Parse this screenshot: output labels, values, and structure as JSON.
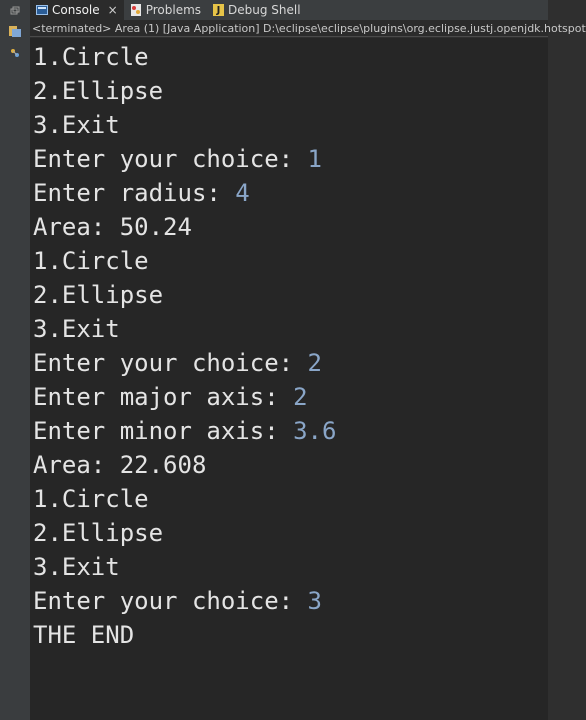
{
  "tabs": [
    {
      "label": "Console",
      "icon": "console-icon",
      "active": true,
      "closable": true
    },
    {
      "label": "Problems",
      "icon": "problems-icon",
      "active": false
    },
    {
      "label": "Debug Shell",
      "icon": "debug-shell-icon",
      "active": false
    }
  ],
  "tab_close_glyph": "×",
  "status_line": "<terminated> Area (1) [Java Application] D:\\eclipse\\eclipse\\plugins\\org.eclipse.justj.openjdk.hotspot",
  "console_lines": [
    {
      "text": "1.Circle",
      "input": ""
    },
    {
      "text": "2.Ellipse",
      "input": ""
    },
    {
      "text": "3.Exit",
      "input": ""
    },
    {
      "text": "Enter your choice: ",
      "input": "1"
    },
    {
      "text": "Enter radius: ",
      "input": "4"
    },
    {
      "text": "Area: 50.24",
      "input": ""
    },
    {
      "text": "1.Circle",
      "input": ""
    },
    {
      "text": "2.Ellipse",
      "input": ""
    },
    {
      "text": "3.Exit",
      "input": ""
    },
    {
      "text": "Enter your choice: ",
      "input": "2"
    },
    {
      "text": "Enter major axis: ",
      "input": "2"
    },
    {
      "text": "Enter minor axis: ",
      "input": "3.6"
    },
    {
      "text": "Area: 22.608",
      "input": ""
    },
    {
      "text": "1.Circle",
      "input": ""
    },
    {
      "text": "2.Ellipse",
      "input": ""
    },
    {
      "text": "3.Exit",
      "input": ""
    },
    {
      "text": "Enter your choice: ",
      "input": "3"
    },
    {
      "text": "THE END",
      "input": ""
    }
  ],
  "colors": {
    "background": "#262626",
    "output_text": "#e4e4e4",
    "input_text": "#8aa6c8"
  }
}
